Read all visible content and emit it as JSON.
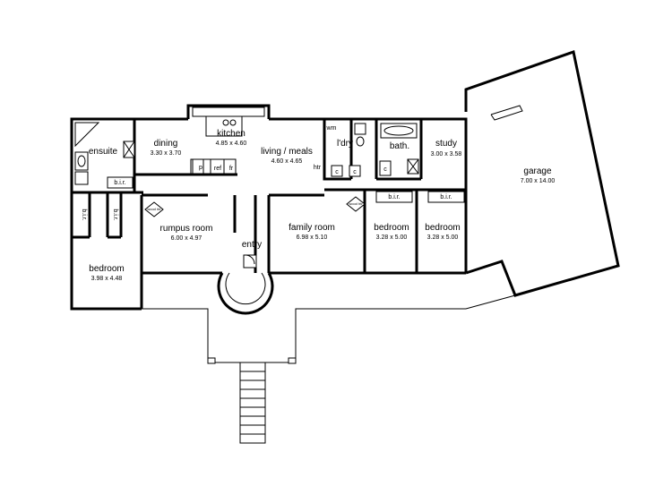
{
  "rooms": {
    "ensuite": {
      "name": "ensuite"
    },
    "dining": {
      "name": "dining",
      "dims": "3.30 x 3.70"
    },
    "kitchen": {
      "name": "kitchen",
      "dims": "4.85 x 4.60"
    },
    "living": {
      "name": "living / meals",
      "dims": "4.60 x 4.65"
    },
    "laundry": {
      "name": "l'dry"
    },
    "bath": {
      "name": "bath."
    },
    "study": {
      "name": "study",
      "dims": "3.00 x 3.58"
    },
    "garage": {
      "name": "garage",
      "dims": "7.00 x 14.00"
    },
    "rumpus": {
      "name": "rumpus room",
      "dims": "6.00 x 4.97"
    },
    "entry": {
      "name": "entry"
    },
    "family": {
      "name": "family room",
      "dims": "6.98 x 5.10"
    },
    "bedroom2": {
      "name": "bedroom",
      "dims": "3.28 x 5.00"
    },
    "bedroom3": {
      "name": "bedroom",
      "dims": "3.28 x 5.00"
    },
    "bedroom1": {
      "name": "bedroom",
      "dims": "3.98 x 4.48"
    }
  },
  "fixtures": {
    "bir": "b.i.r.",
    "wm": "wm",
    "htr": "htr",
    "pantry": "p",
    "ref": "ref",
    "fr": "fr",
    "cupboard": "c",
    "wood_heater": "wood htr"
  }
}
